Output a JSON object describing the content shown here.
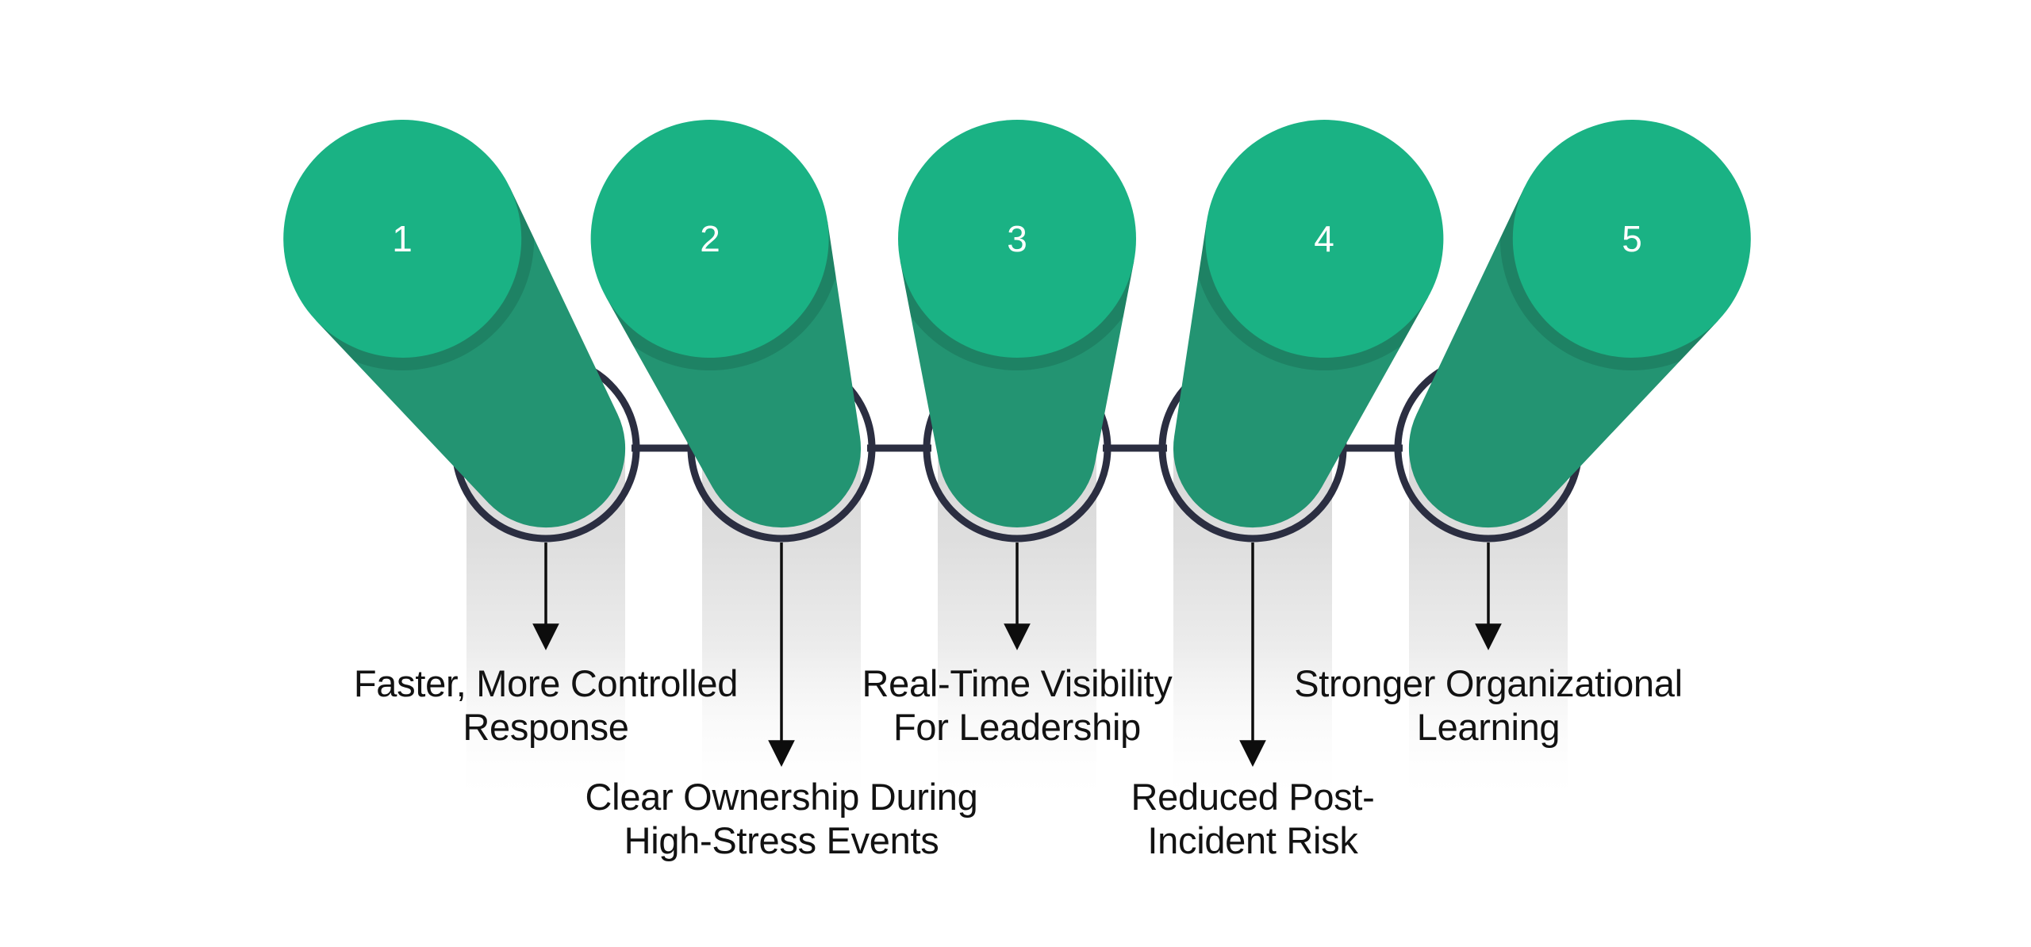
{
  "figure": {
    "type": "process-pins-infographic",
    "background": "#ffffff",
    "colors": {
      "pin_head_green": "#1ab284",
      "pin_shaft_green": "#239472",
      "ring_navy": "#2b2e41",
      "shadow_gray": "#d8d8d8",
      "arrow_black": "#0d0d0d",
      "label_text": "#121212",
      "number_text": "#ffffff"
    },
    "steps": [
      {
        "number": "1",
        "label_line1": "Faster, More Controlled",
        "label_line2": "Response"
      },
      {
        "number": "2",
        "label_line1": "Clear Ownership During",
        "label_line2": "High-Stress Events"
      },
      {
        "number": "3",
        "label_line1": "Real-Time Visibility",
        "label_line2": "For Leadership"
      },
      {
        "number": "4",
        "label_line1": "Reduced Post-",
        "label_line2": "Incident Risk"
      },
      {
        "number": "5",
        "label_line1": "Stronger Organizational",
        "label_line2": "Learning"
      }
    ]
  }
}
